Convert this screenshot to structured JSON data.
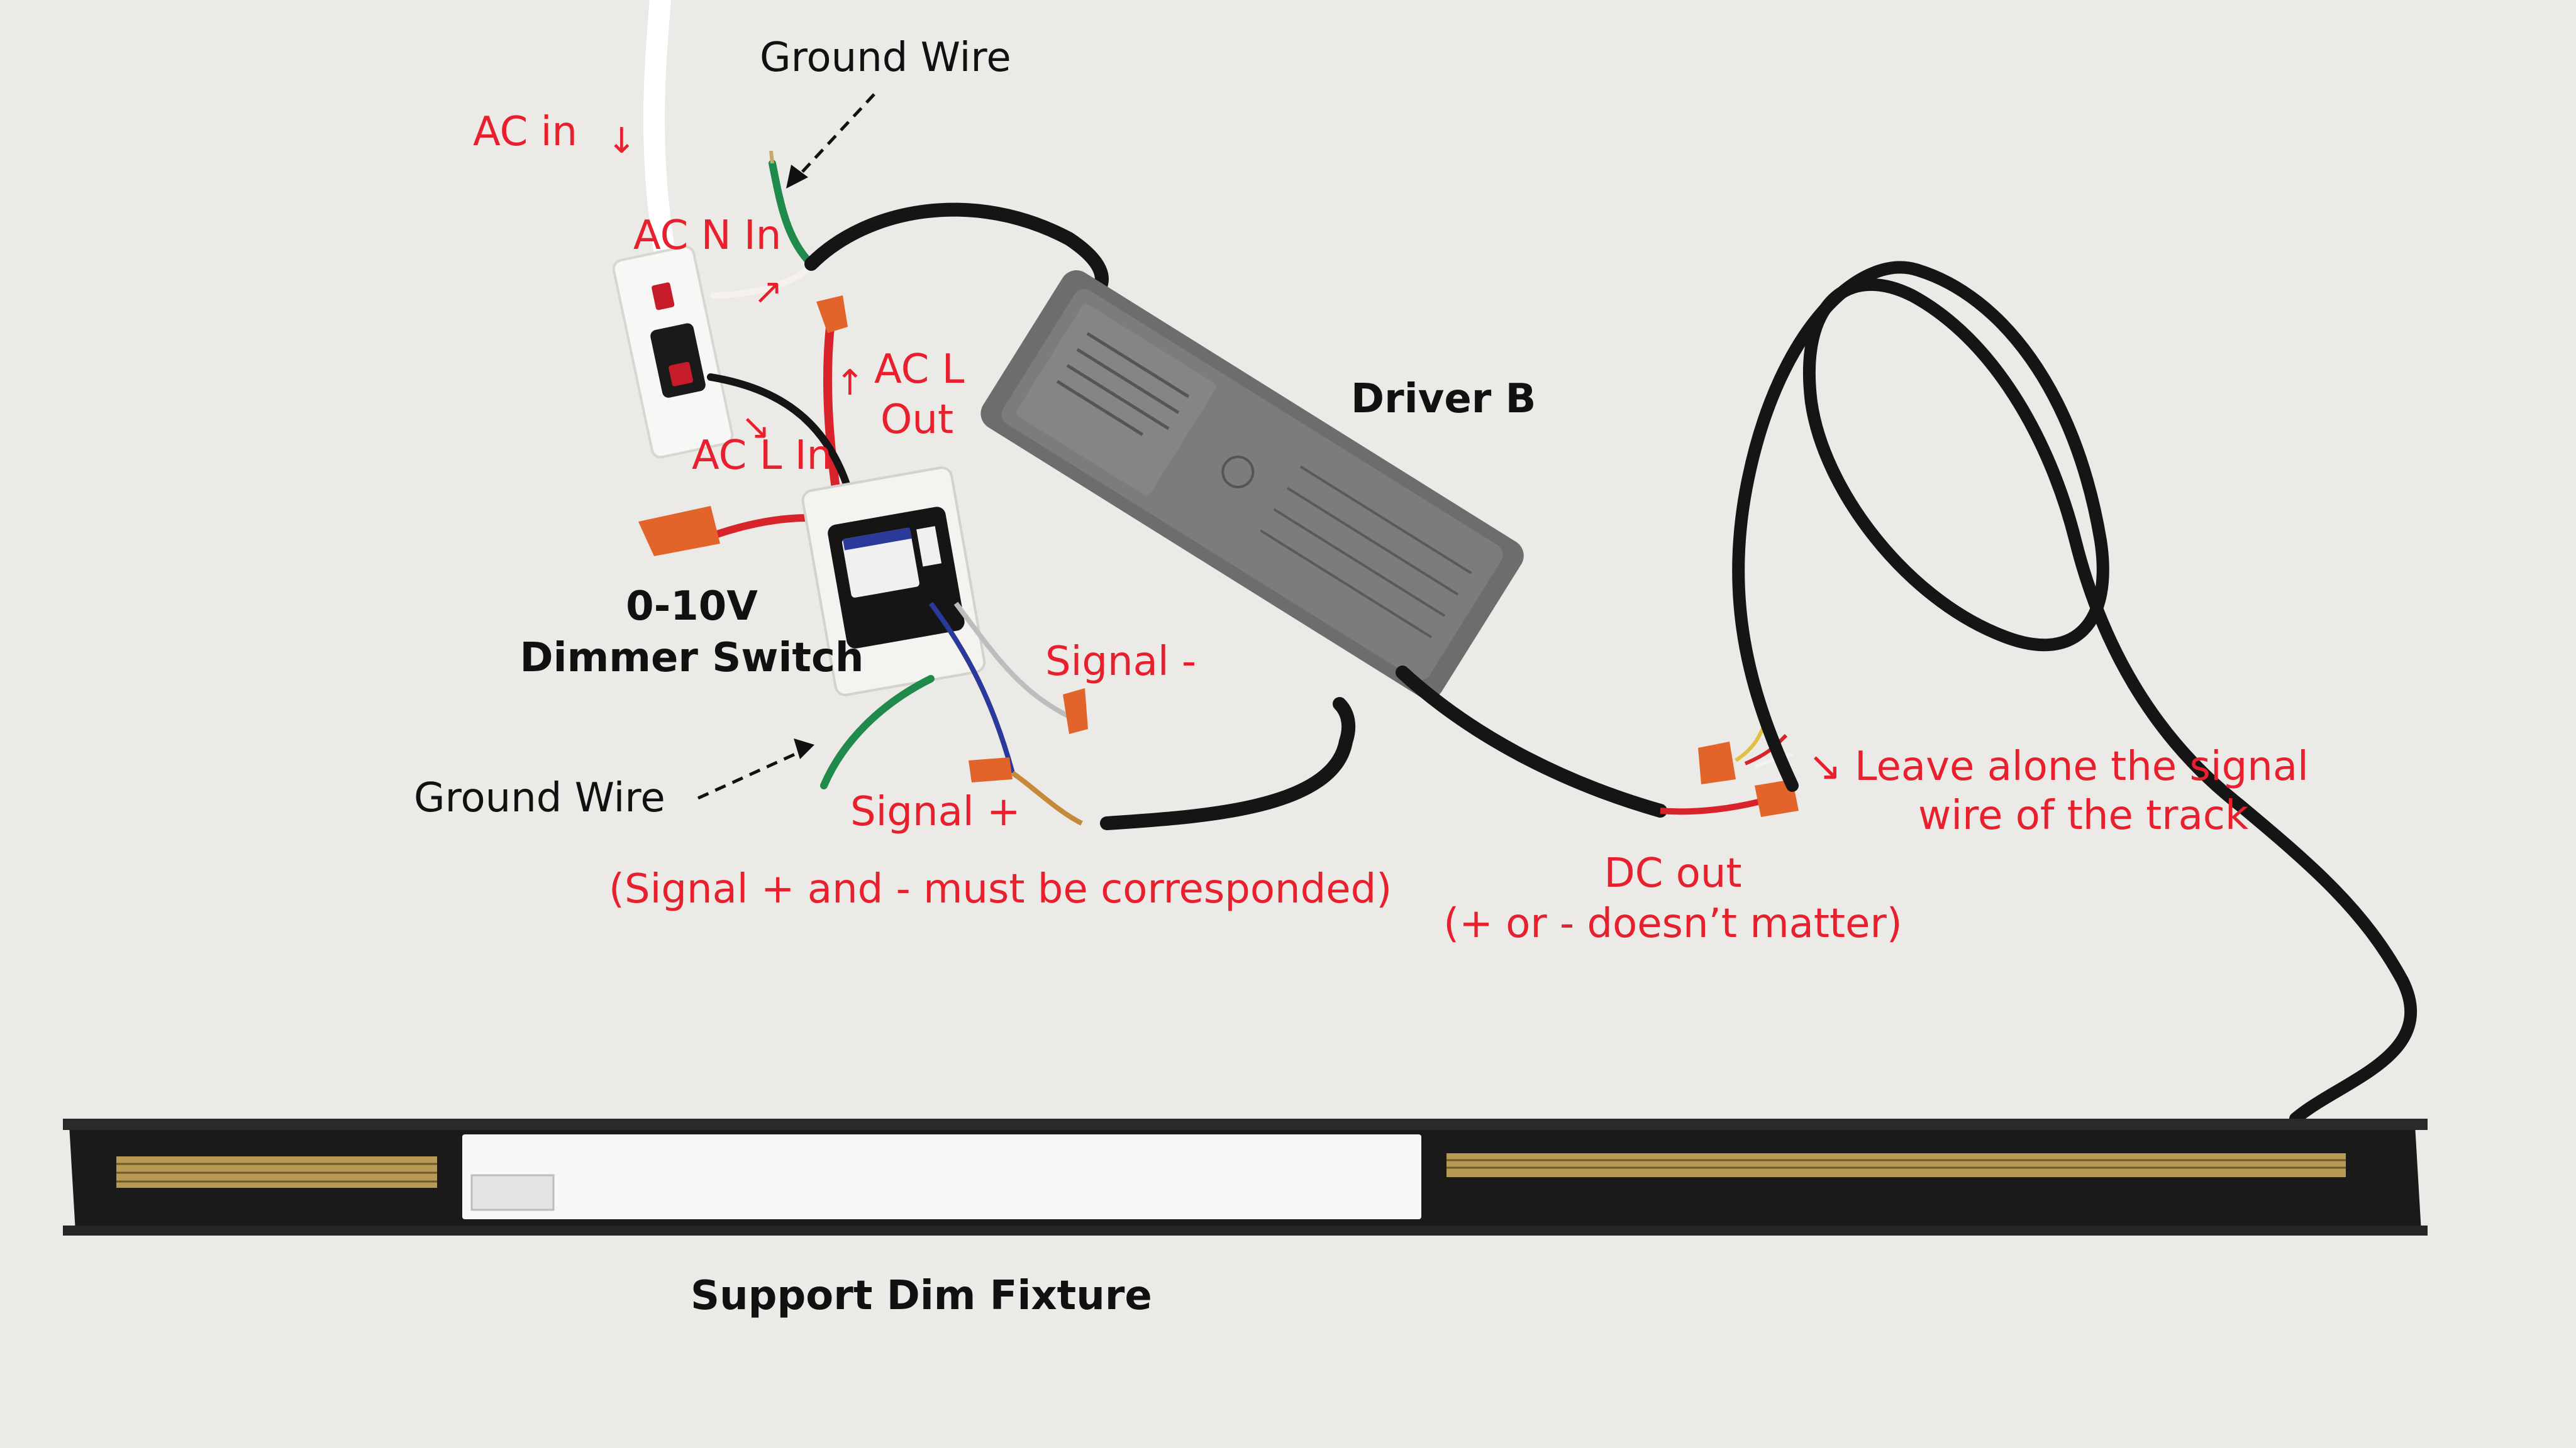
{
  "labels": {
    "ground_wire_top": "Ground Wire",
    "ac_in": "AC in",
    "ac_in_arrow": "↓",
    "ac_n_in": "AC N In",
    "ac_n_in_arrow": "↗",
    "ac_l_out_line1": "AC L",
    "ac_l_out_line2": "Out",
    "ac_l_out_arrow": "↑",
    "ac_l_in": "AC L In",
    "ac_l_in_arrow": "↘",
    "driver_b": "Driver B",
    "dimmer_line1": "0-10V",
    "dimmer_line2": "Dimmer Switch",
    "signal_minus": "Signal -",
    "signal_plus": "Signal +",
    "ground_wire_bottom": "Ground Wire",
    "signal_note": "(Signal + and - must be corresponded)",
    "leave_alone_line1": "↘ Leave alone the signal",
    "leave_alone_line2": "wire of the track",
    "dc_out_line1": "DC out",
    "dc_out_line2": "(+ or - doesn’t matter)",
    "support_dim": "Support Dim Fixture"
  },
  "colors": {
    "background": "#eceae6",
    "label_red": "#e8202e",
    "label_black": "#111111",
    "wire_black": "#151515",
    "wire_red": "#d9232b",
    "wire_green": "#1f8a4c",
    "wire_blue": "#2a3a9a",
    "connector_orange": "#e2642a",
    "driver_body": "#6d6d6d",
    "fixture_body": "#1a1a1a",
    "light_panel": "#f7f7f7",
    "brass_strip": "#b89a55"
  },
  "icons": {
    "arrow_glyphs": "unicode-arrows",
    "wire_nuts": "orange-wire-nut-icon"
  }
}
